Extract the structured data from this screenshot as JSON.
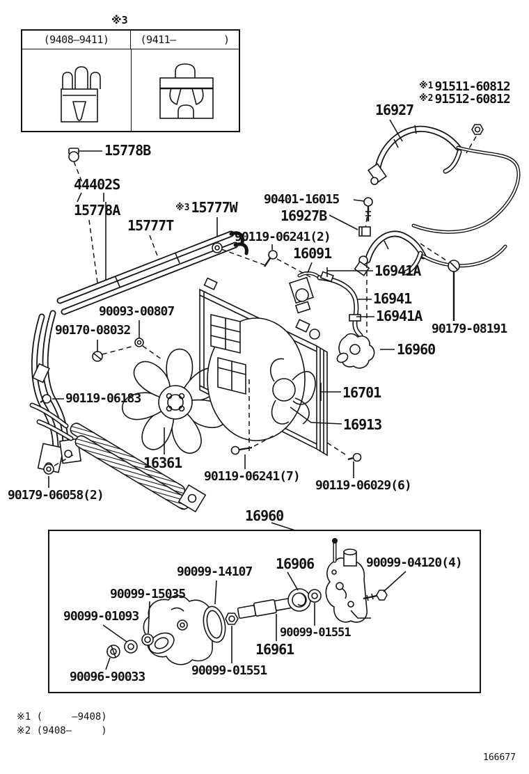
{
  "meta": {
    "doc_number": "166677"
  },
  "inset": {
    "marker": "※3",
    "col1": "(9408–9411)",
    "col2": "(9411–        )"
  },
  "footnotes": {
    "f1": "※1 (     –9408)",
    "f2": "※2 (9408–     )"
  },
  "labels": {
    "p15778B": "15778B",
    "p44402S": "44402S",
    "p15778A": "15778A",
    "p15777T": "15777T",
    "m15777W": "※3",
    "p15777W": "15777W",
    "p90401_16015": "90401-16015",
    "p16927B": "16927B",
    "p90119_06241_2": "90119-06241(2)",
    "p16091": "16091",
    "p16927": "16927",
    "m91511": "※1",
    "p91511": "91511-60812",
    "m91512": "※2",
    "p91512": "91512-60812",
    "p16941A_1": "16941A",
    "p16941": "16941",
    "p16941A_2": "16941A",
    "p90179_08191": "90179-08191",
    "p16960_main": "16960",
    "p90093_00807": "90093-00807",
    "p90170_08032": "90170-08032",
    "p16701": "16701",
    "p16913": "16913",
    "p90119_06183": "90119-06183",
    "p16361": "16361",
    "p90119_06241_7": "90119-06241(7)",
    "p90119_06029_6": "90119-06029(6)",
    "p90179_06058_2": "90179-06058(2)",
    "p16960_box": "16960",
    "p16906": "16906",
    "p90099_04120_4": "90099-04120(4)",
    "p90099_14107": "90099-14107",
    "p90099_15035": "90099-15035",
    "p90099_01093": "90099-01093",
    "p90099_01551_a": "90099-01551",
    "p16961": "16961",
    "p90099_01551_b": "90099-01551",
    "p90096_90033": "90096-90033"
  }
}
